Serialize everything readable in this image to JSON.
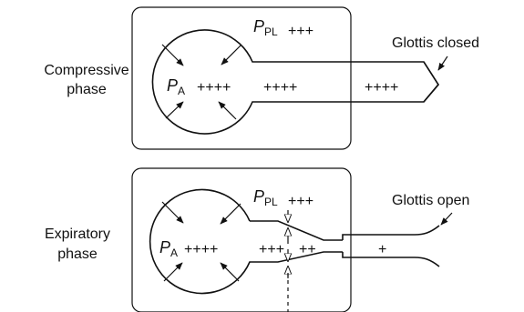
{
  "panels": [
    {
      "phase_line1": "Compressive",
      "phase_line2": "phase",
      "pressure_pleural": "P",
      "pressure_pleural_sub": "PL",
      "pleural_marks": "+++",
      "pressure_alveolar": "P",
      "pressure_alveolar_sub": "A",
      "alveolar_marks": "++++",
      "airway_marks_1": "++++",
      "airway_marks_2": "++++",
      "glottis_label": "Glottis closed"
    },
    {
      "phase_line1": "Expiratory",
      "phase_line2": "phase",
      "pressure_pleural": "P",
      "pressure_pleural_sub": "PL",
      "pleural_marks": "+++",
      "pressure_alveolar": "P",
      "pressure_alveolar_sub": "A",
      "alveolar_marks": "++++",
      "airway_marks_1": "+++",
      "airway_marks_2": "++",
      "airway_marks_3": "+",
      "glottis_label": "Glottis open"
    }
  ]
}
